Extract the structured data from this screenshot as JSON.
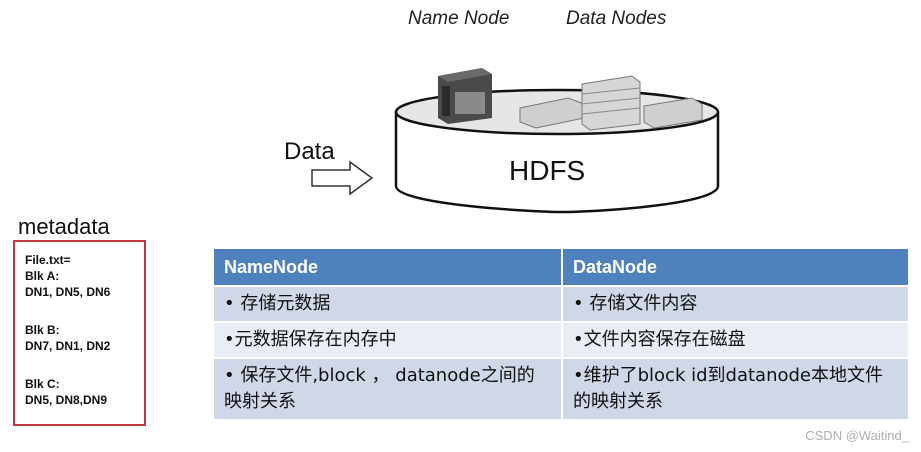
{
  "diagram": {
    "name_node_label": "Name Node",
    "data_nodes_label": "Data Nodes",
    "data_label": "Data",
    "hdfs_label": "HDFS"
  },
  "metadata": {
    "title": "metadata",
    "lines": [
      "File.txt=",
      "Blk A:",
      "DN1, DN5, DN6",
      "",
      "Blk B:",
      "DN7, DN1, DN2",
      "",
      "Blk C:",
      "DN5, DN8,DN9"
    ]
  },
  "table": {
    "headers": [
      "NameNode",
      "DataNode"
    ],
    "rows": [
      [
        "• 存储元数据",
        "• 存储文件内容"
      ],
      [
        "•元数据保存在内存中",
        "•文件内容保存在磁盘"
      ],
      [
        "• 保存文件,block ， datanode之间的映射关系",
        "•维护了block id到datanode本地文件的映射关系"
      ]
    ]
  },
  "watermark": "CSDN @Waitind_",
  "colors": {
    "header_bg": "#4f81bd",
    "row_odd": "#d0d8e8",
    "row_even": "#e9edf4",
    "metadata_border": "#c0383b"
  },
  "icons": [
    "server-tower-icon",
    "server-rack-icon",
    "arrow-right-icon",
    "storage-cylinder-icon"
  ]
}
